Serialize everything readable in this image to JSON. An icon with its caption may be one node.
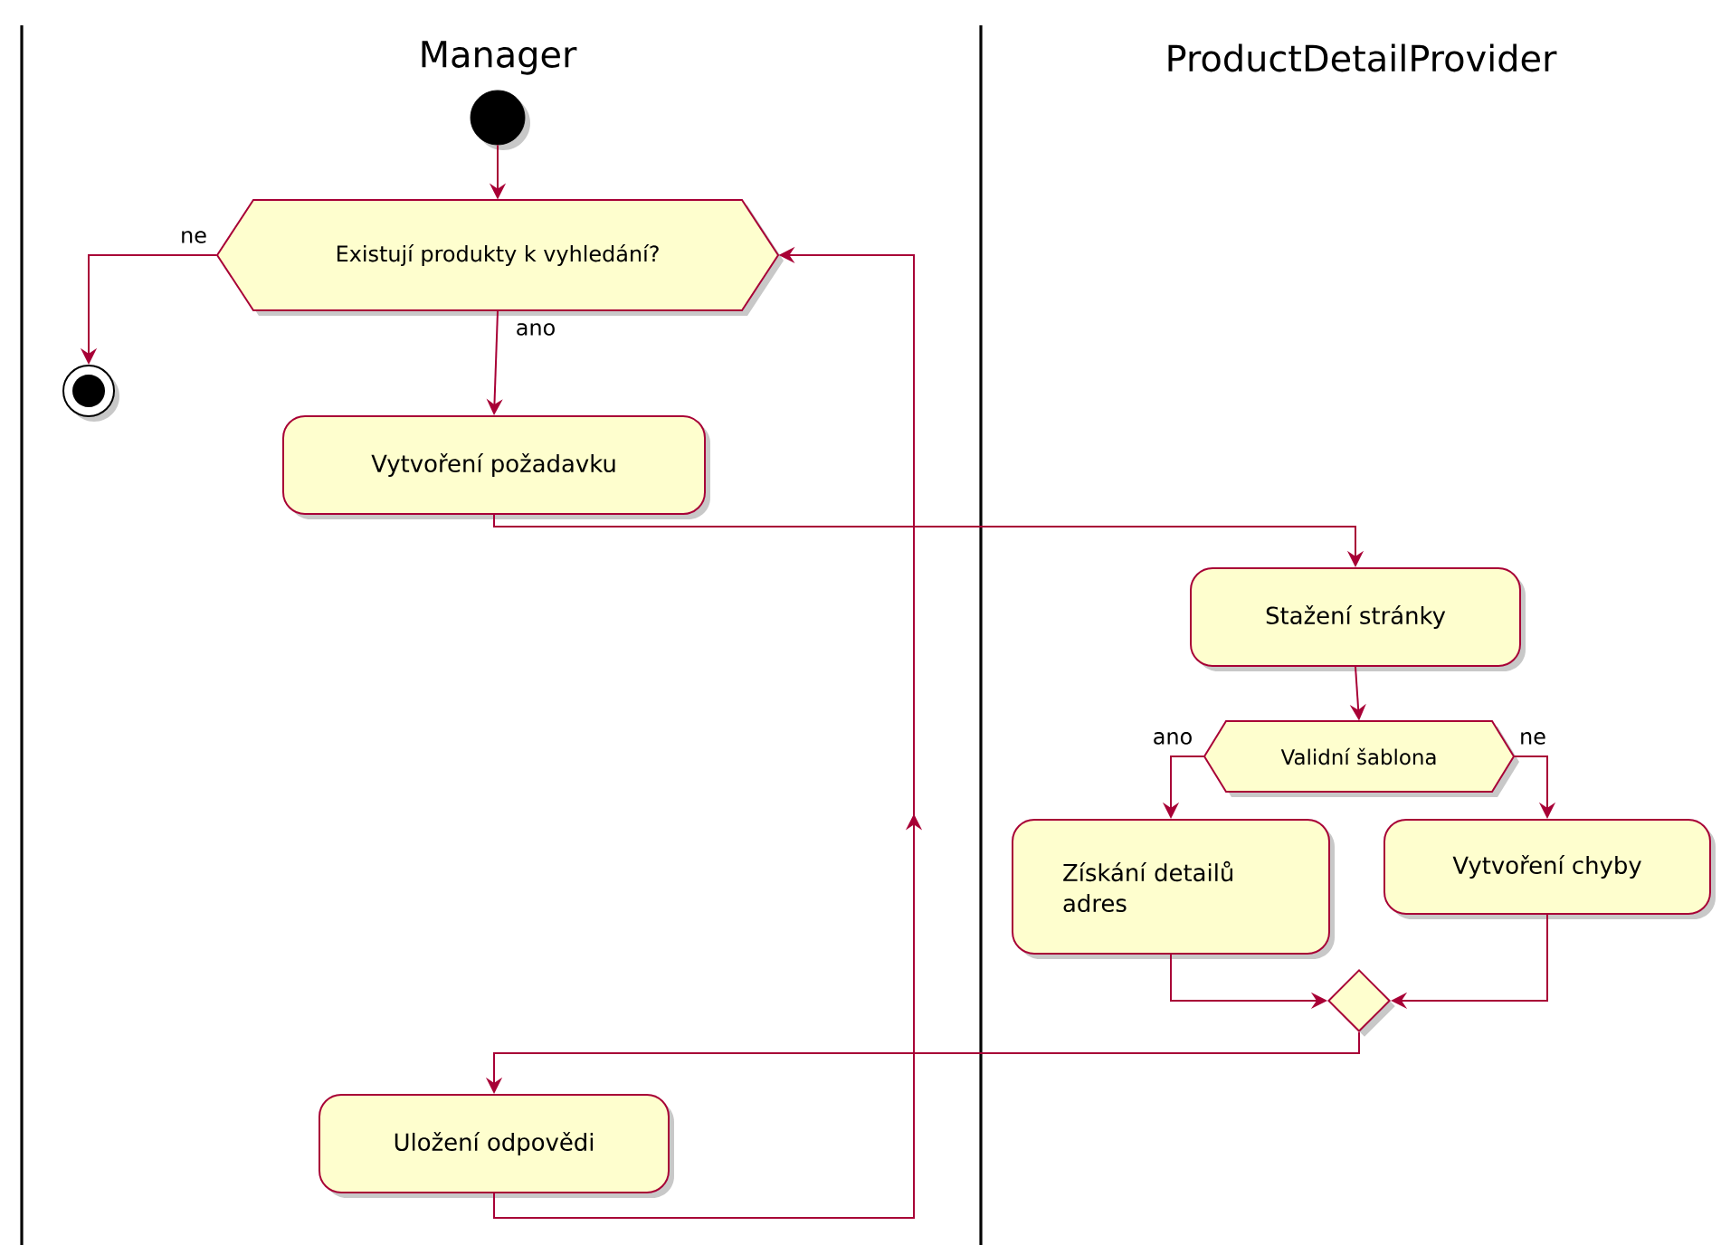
{
  "diagram": {
    "nodes": [
      {
        "text": [],
        "shape": "circle"
      },
      {
        "text": [
          "Existují produkty k vyhledání?"
        ]
      },
      {
        "text": [],
        "shape": "circle"
      },
      {
        "text": [
          "Vytvoření požadavku"
        ]
      },
      {
        "text": [
          "Stažení stránky"
        ]
      },
      {
        "text": [
          "Validní šablona"
        ]
      },
      {
        "text": [
          "Získání detailů adres"
        ]
      },
      {
        "text": [
          "Vytvoření chyby"
        ]
      },
      {
        "text": [],
        "shape": "diamond"
      },
      {
        "text": [
          "Uložení odpovědi"
        ]
      }
    ],
    "edges": [
      {
        "from": 0,
        "to": 1,
        "arrow": "to"
      },
      {
        "from": 1,
        "to": 2,
        "arrow": "to",
        "label": "ne"
      },
      {
        "from": 1,
        "to": 3,
        "arrow": "to",
        "label": "ano"
      },
      {
        "from": 3,
        "to": 4,
        "arrow": "to"
      },
      {
        "from": 4,
        "to": 5,
        "arrow": "to"
      },
      {
        "from": 5,
        "to": 6,
        "arrow": "to",
        "label": "ano"
      },
      {
        "from": 5,
        "to": 7,
        "arrow": "to",
        "label": "ne"
      },
      {
        "from": 6,
        "to": 8,
        "arrow": "to"
      },
      {
        "from": 7,
        "to": 8,
        "arrow": "to"
      },
      {
        "from": 8,
        "to": 9,
        "arrow": "to"
      },
      {
        "from": 9,
        "to": 1,
        "arrow": "to"
      }
    ],
    "labels": [
      "Manager",
      "ProductDetailProvider"
    ]
  }
}
